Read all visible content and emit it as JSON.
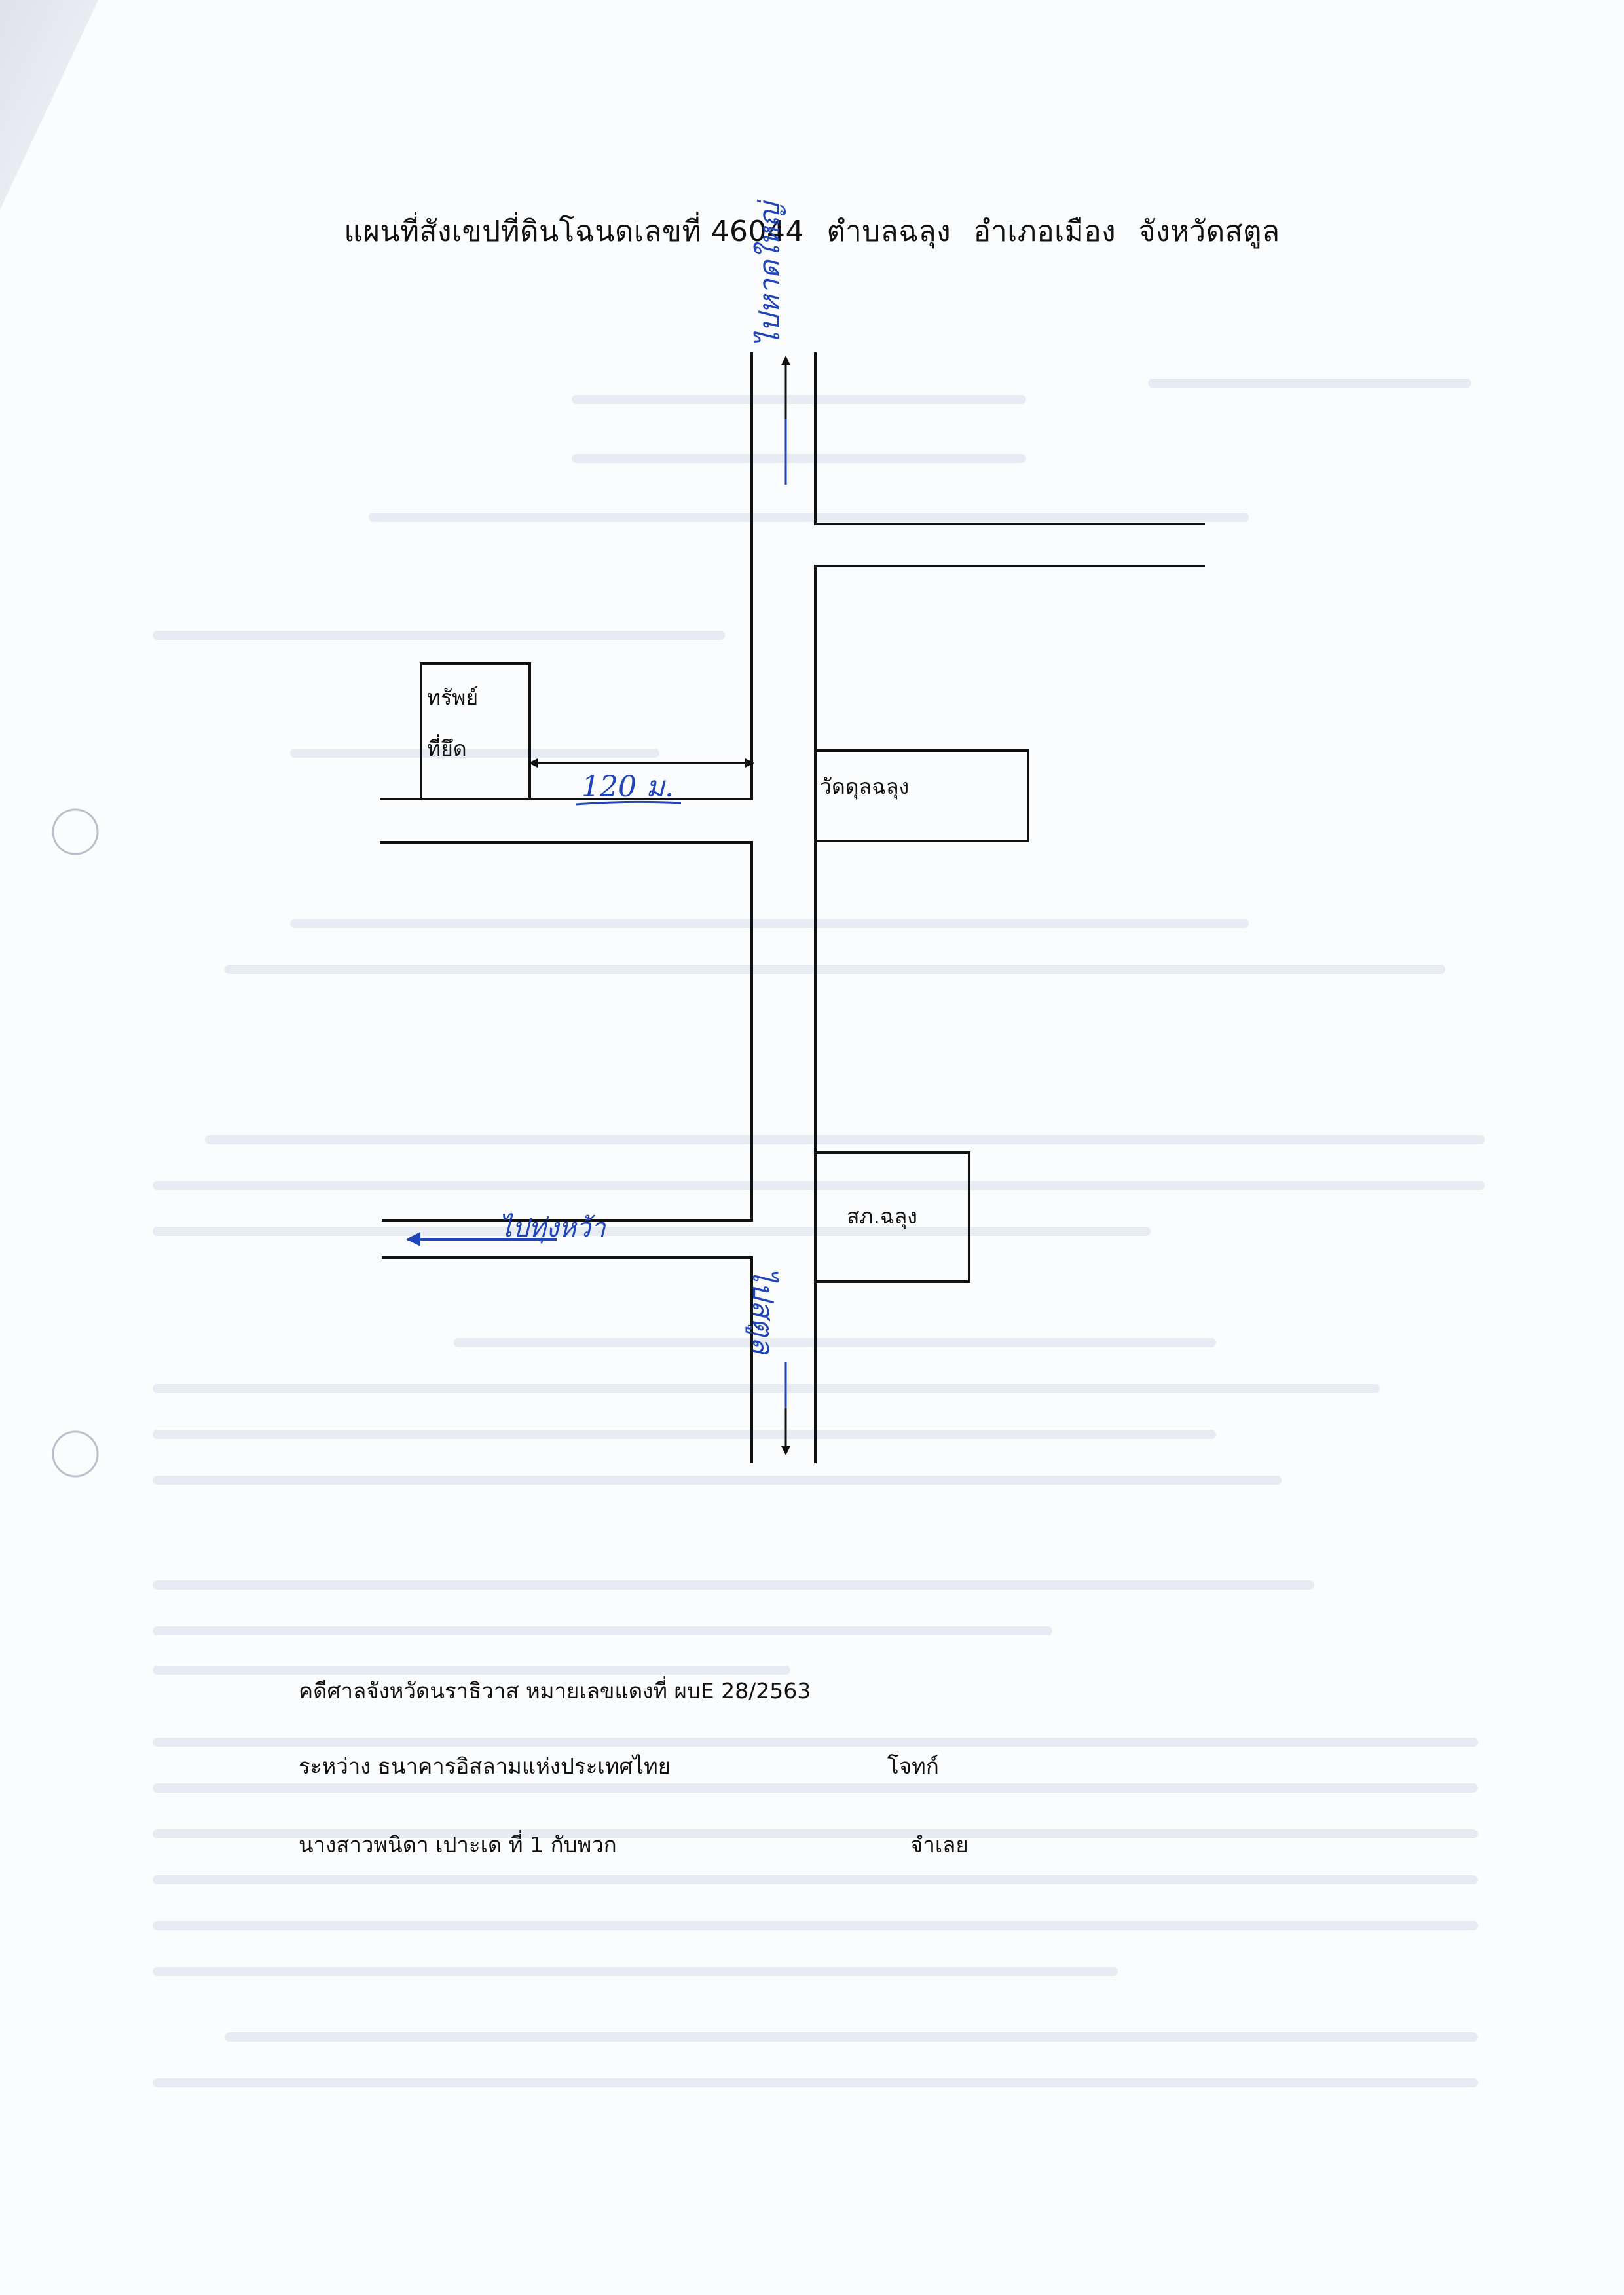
{
  "title": {
    "text": "แผนที่สังเขปที่ดินโฉนดเลขที่ 46044",
    "tambon": "ตำบลฉลุง",
    "amphoe": "อำเภอเมือง",
    "changwat": "จังหวัดสตูล"
  },
  "map": {
    "property_label_line1": "ทรัพย์",
    "property_label_line2": "ที่ยึด",
    "distance_label": "120 ม.",
    "temple_label": "วัดดุลฉลุง",
    "police_label": "สภ.ฉลุง",
    "road_north_label": "ไปหาดใหญ่",
    "road_south_label": "ไปสตูล",
    "road_west_label": "ไปทุ่งหว้า"
  },
  "case": {
    "court_line": "คดีศาลจังหวัดนราธิวาส หมายเลขแดงที่ ผบE 28/2563",
    "between_line": "ระหว่าง  ธนาคารอิสลามแห่งประเทศไทย",
    "plaintiff_role": "โจทก์",
    "defendant_line": "นางสาวพนิดา  เปาะเด ที่ 1 กับพวก",
    "defendant_role": "จำเลย"
  },
  "colors": {
    "ink": "#111111",
    "handwriting": "#1f45b8",
    "paper": "#fbfcfe"
  }
}
